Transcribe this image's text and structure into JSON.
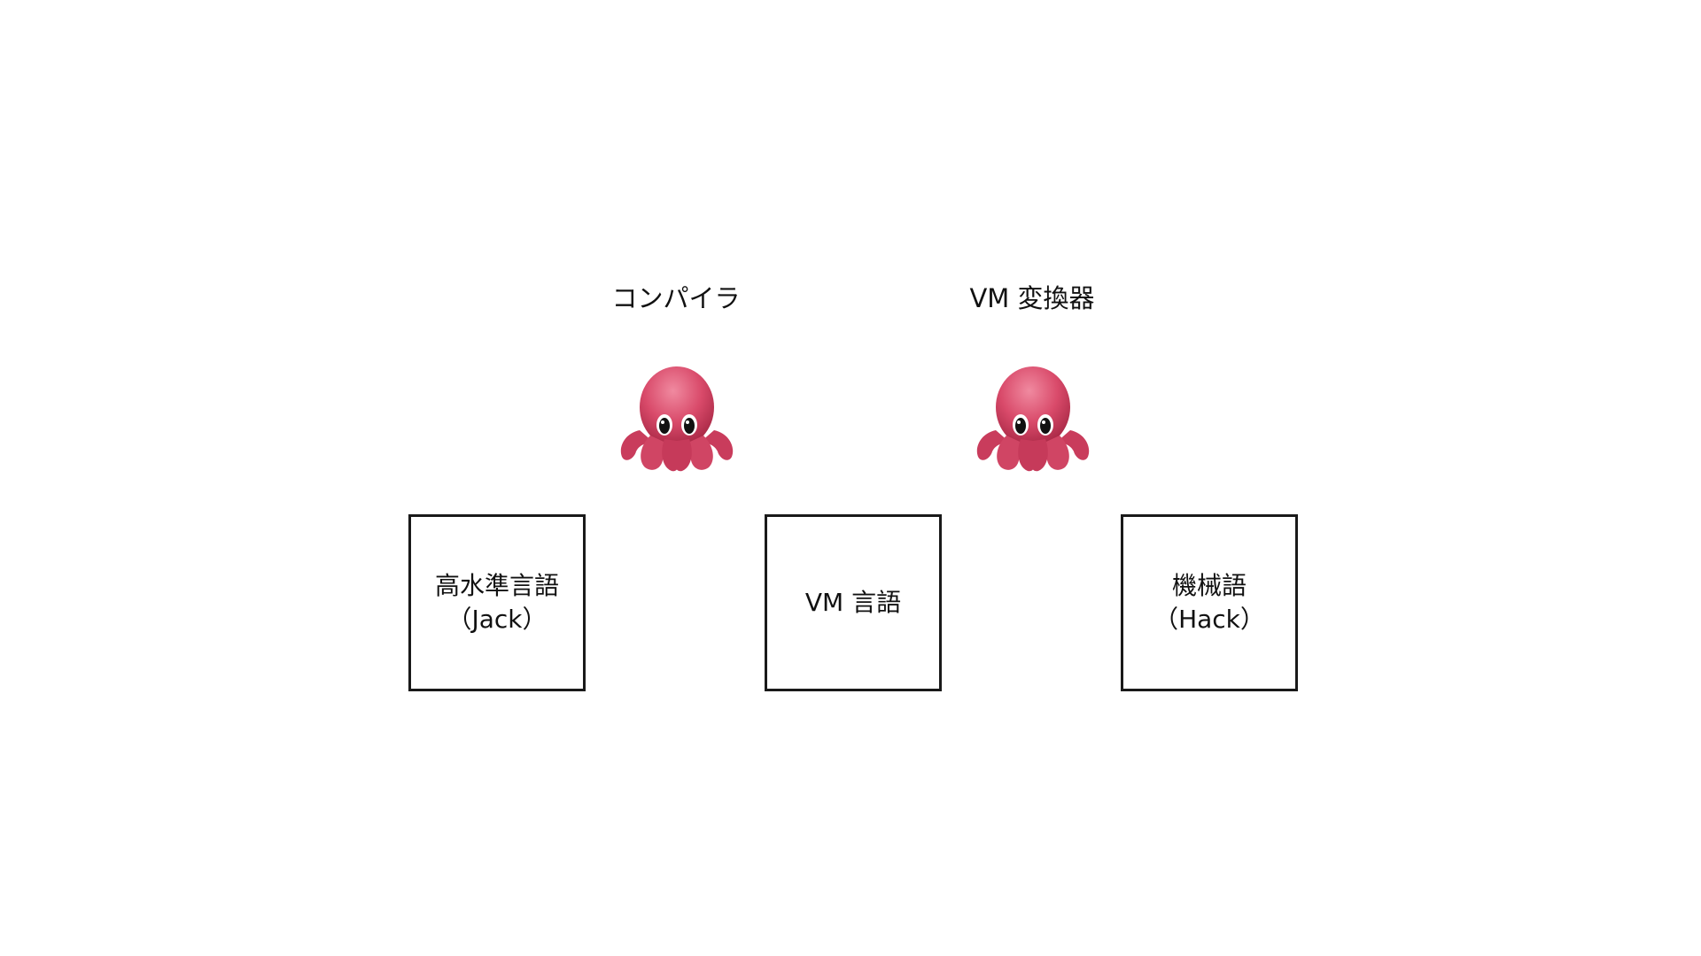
{
  "tools": {
    "compiler": {
      "label": "コンパイラ",
      "icon": "octopus-icon"
    },
    "vm_translator": {
      "label": "VM 変換器",
      "icon": "octopus-icon"
    }
  },
  "boxes": {
    "high_level": {
      "line1": "高水準言語",
      "line2": "（Jack）"
    },
    "vm_language": {
      "line1": "VM 言語"
    },
    "machine_language": {
      "line1": "機械語",
      "line2": "（Hack）"
    }
  },
  "colors": {
    "octopus_body": "#d94a6a",
    "octopus_shadow": "#b8324f",
    "box_border": "#1a1a1a"
  }
}
